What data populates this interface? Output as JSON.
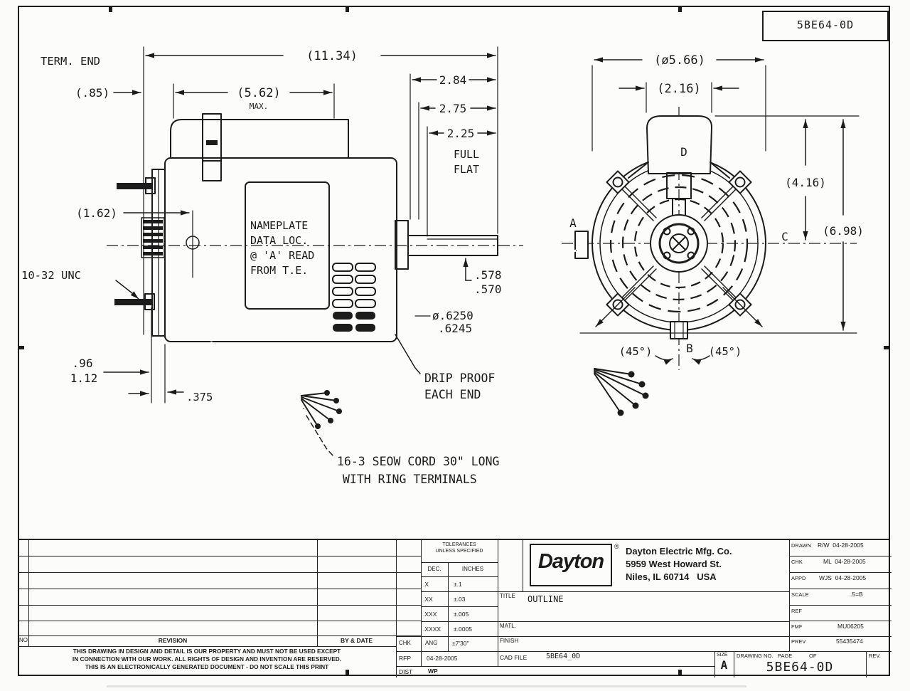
{
  "doc": {
    "number": "5BE64-0D"
  },
  "side_view": {
    "term_end": "TERM. END",
    "dims": {
      "overall": "(11.34)",
      "d85": "(.85)",
      "d562": "(5.62)",
      "d562_note": "MAX.",
      "d284": "2.84",
      "d275": "2.75",
      "d225": "2.25",
      "full": "FULL",
      "flat": "FLAT",
      "d162": "(1.62)",
      "thread": "10-32 UNC",
      "d96": ".96",
      "d112": "1.12",
      "d375": ".375",
      "shaft_flat_hi": ".578",
      "shaft_flat_lo": ".570",
      "shaft_dia_hi": "ø.6250",
      "shaft_dia_lo": ".6245"
    },
    "nameplate": [
      "NAMEPLATE",
      "DATA LOC.",
      "@ 'A' READ",
      "FROM T.E."
    ],
    "notes": {
      "drip1": "DRIP PROOF",
      "drip2": "EACH END",
      "cord1": "16-3 SEOW CORD 30\" LONG",
      "cord2": "WITH RING TERMINALS"
    }
  },
  "end_view": {
    "dims": {
      "dia": "(ø5.66)",
      "d216": "(2.16)",
      "d416": "(4.16)",
      "d698": "(6.98)",
      "ang_l": "(45°)",
      "ang_r": "(45°)"
    },
    "labels": {
      "a": "A",
      "b": "B",
      "c": "C",
      "d": "D"
    }
  },
  "title_block": {
    "revision": {
      "no": "NO.",
      "revision": "REVISION",
      "by_date": "BY & DATE"
    },
    "disclaimer": [
      "THIS DRAWING IN DESIGN AND DETAIL IS OUR PROPERTY AND MUST NOT BE USED EXCEPT",
      "IN CONNECTION WITH OUR WORK. ALL RIGHTS OF DESIGN AND INVENTION ARE RESERVED.",
      "THIS IS AN ELECTRONICALLY GENERATED DOCUMENT - DO NOT SCALE THIS PRINT"
    ],
    "tolerances": {
      "header_1": "TOLERANCES",
      "header_2": "UNLESS SPECIFIED",
      "col_dec": "DEC.",
      "col_inches": "INCHES",
      "rows": [
        [
          ".X",
          "±.1"
        ],
        [
          ".XX",
          "±.03"
        ],
        [
          ".XXX",
          "±.005"
        ],
        [
          ".XXXX",
          "±.0005"
        ]
      ],
      "chk": "CHK",
      "ang": "ANG",
      "ang_val": "±7'30\"",
      "rfp": "RFP",
      "rfp_date": "04-28-2005",
      "dist": "DIST",
      "dist_val": "WP"
    },
    "company": {
      "logo": "Dayton",
      "reg": "®",
      "name": "Dayton Electric Mfg. Co.",
      "addr1": "5959 West Howard St.",
      "addr2": "Niles, IL 60714   USA"
    },
    "title_label": "TITLE",
    "title": "OUTLINE",
    "matl_label": "MATL.",
    "finish_label": "FINISH",
    "cad_file_label": "CAD FILE",
    "cad_file": "5BE64_0D",
    "approvals": {
      "drawn_label": "DRAWN",
      "drawn": "R/W  04-28-2005",
      "chk_label": "CHK",
      "chk": "ML  04-28-2005",
      "appd_label": "APPD",
      "appd": "WJS  04-28-2005",
      "scale_label": "SCALE",
      "scale": ".5=B",
      "ref_label": "REF",
      "fmf_label": "FMF",
      "fmf": "MU06205",
      "prev_label": "PREV",
      "prev": "55435474"
    },
    "size_label": "SIZE",
    "size": "A",
    "drawing_no_label": "DRAWING NO.",
    "page_label": "PAGE",
    "of_label": "OF",
    "drawing_no": "5BE64-0D",
    "rev_label": "REV."
  }
}
